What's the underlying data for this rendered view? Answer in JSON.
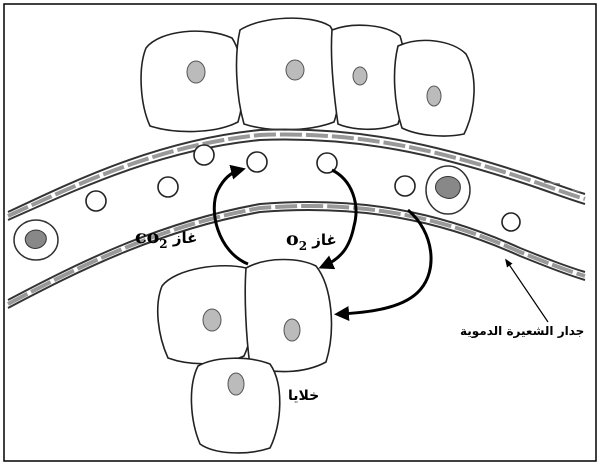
{
  "labels": {
    "gas_co2_word": "غاز",
    "gas_co2_formula": "co",
    "gas_co2_subscript": "2",
    "gas_o2_word": "غاز",
    "gas_o2_formula": "o",
    "gas_o2_subscript": "2",
    "capillary_wall": "جدار الشعيرة الدموية",
    "cells": "خلايا"
  }
}
